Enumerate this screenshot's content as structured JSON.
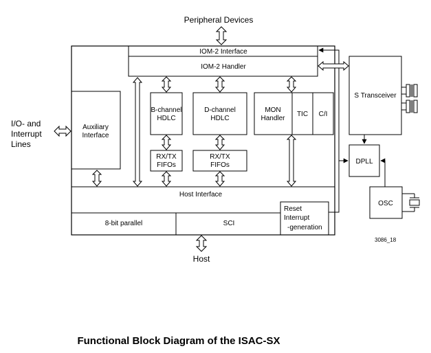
{
  "caption": "Functional Block Diagram of the ISAC-SX",
  "figure_id": "3086_18",
  "external": {
    "peripheral": "Peripheral Devices",
    "io_line1": "I/O- and",
    "io_line2": "Interrupt",
    "io_line3": "Lines",
    "host": "Host"
  },
  "blocks": {
    "iom2_interface": "IOM-2 Interface",
    "iom2_handler": "IOM-2 Handler",
    "auxiliary_line1": "Auxiliary",
    "auxiliary_line2": "Interface",
    "b_channel_line1": "B-channel",
    "b_channel_line2": "HDLC",
    "d_channel_line1": "D-channel",
    "d_channel_line2": "HDLC",
    "mon_line1": "MON",
    "mon_line2": "Handler",
    "tic": "TIC",
    "ci": "C/I",
    "fifo_b_line1": "RX/TX",
    "fifo_b_line2": "FIFOs",
    "fifo_d_line1": "RX/TX",
    "fifo_d_line2": "FIFOs",
    "host_interface": "Host Interface",
    "parallel": "8-bit parallel",
    "sci": "SCI",
    "reset_line1": "Reset",
    "reset_line2": "Interrupt",
    "reset_line3": "-generation",
    "s_transceiver": "S Transceiver",
    "dpll": "DPLL",
    "osc": "OSC"
  }
}
